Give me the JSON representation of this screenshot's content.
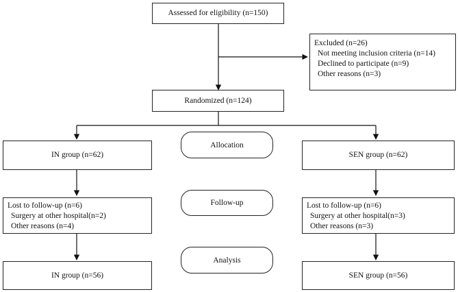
{
  "diagram": {
    "assessed": "Assessed for eligibility (n=150)",
    "excluded": {
      "title": "Excluded (n=26)",
      "items": [
        "Not meeting inclusion criteria (n=14)",
        "Declined to participate (n=9)",
        "Other reasons (n=3)"
      ]
    },
    "randomized": "Randomized (n=124)",
    "stages": {
      "allocation": "Allocation",
      "follow_up": "Follow-up",
      "analysis": "Analysis"
    },
    "in_group": {
      "allocated": "IN group (n=62)",
      "lost": {
        "title": "Lost to follow-up (n=6)",
        "items": [
          "Surgery at other hospital(n=2)",
          "Other reasons (n=4)"
        ]
      },
      "analysed": "IN group (n=56)"
    },
    "sen_group": {
      "allocated": "SEN group (n=62)",
      "lost": {
        "title": "Lost to follow-up (n=6)",
        "items": [
          "Surgery at other hospital(n=3)",
          "Other reasons (n=3)"
        ]
      },
      "analysed": "SEN group (n=56)"
    }
  }
}
